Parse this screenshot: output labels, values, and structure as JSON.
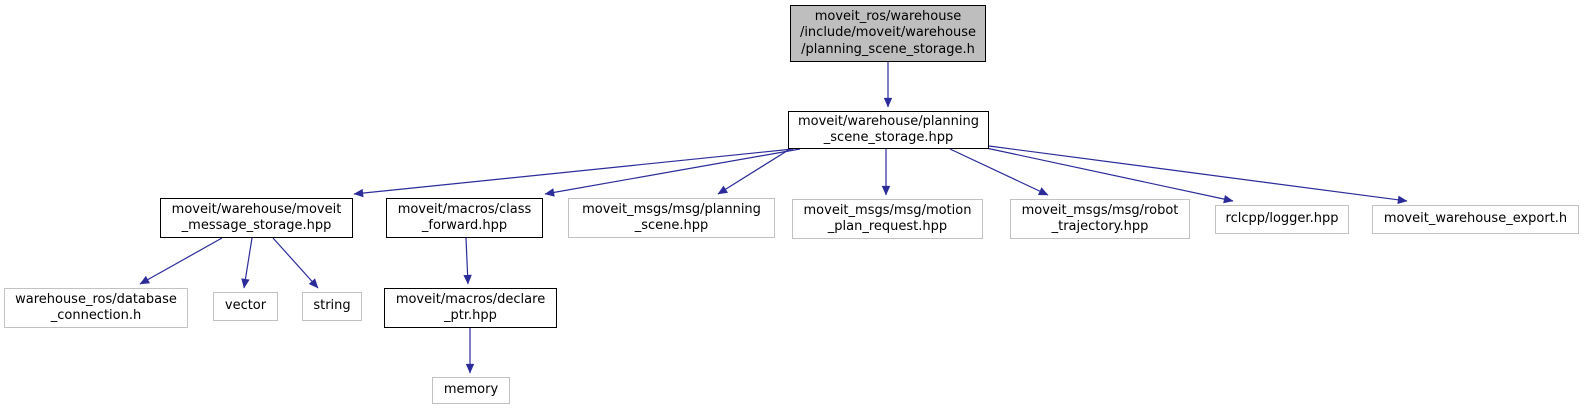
{
  "diagram": {
    "description": "Doxygen include dependency graph",
    "colors": {
      "edge": "#2b2b9a",
      "root_fill": "#bebebe",
      "node_fill": "#ffffff",
      "border_linked": "#000000",
      "border_plain": "#c2c2c2",
      "text": "#000000",
      "background": "#ffffff"
    },
    "nodes": [
      {
        "id": "root",
        "kind": "root",
        "label": "moveit_ros/warehouse\n/include/moveit/warehouse\n/planning_scene_storage.h"
      },
      {
        "id": "hub",
        "kind": "internal",
        "label": "moveit/warehouse/planning\n_scene_storage.hpp"
      },
      {
        "id": "msg_storage",
        "kind": "internal",
        "label": "moveit/warehouse/moveit\n_message_storage.hpp"
      },
      {
        "id": "class_forward",
        "kind": "internal",
        "label": "moveit/macros/class\n_forward.hpp"
      },
      {
        "id": "planning_scene",
        "kind": "leaf",
        "label": "moveit_msgs/msg/planning\n_scene.hpp"
      },
      {
        "id": "motion_plan",
        "kind": "leaf",
        "label": "moveit_msgs/msg/motion\n_plan_request.hpp"
      },
      {
        "id": "robot_traj",
        "kind": "leaf",
        "label": "moveit_msgs/msg/robot\n_trajectory.hpp"
      },
      {
        "id": "logger",
        "kind": "leaf",
        "label": "rclcpp/logger.hpp"
      },
      {
        "id": "export",
        "kind": "leaf",
        "label": "moveit_warehouse_export.h"
      },
      {
        "id": "db_connection",
        "kind": "leaf",
        "label": "warehouse_ros/database\n_connection.h"
      },
      {
        "id": "vector",
        "kind": "leaf",
        "label": "vector"
      },
      {
        "id": "string",
        "kind": "leaf",
        "label": "string"
      },
      {
        "id": "declare_ptr",
        "kind": "internal",
        "label": "moveit/macros/declare\n_ptr.hpp"
      },
      {
        "id": "memory",
        "kind": "leaf",
        "label": "memory"
      }
    ],
    "edges": [
      {
        "from": "root",
        "to": "hub"
      },
      {
        "from": "hub",
        "to": "msg_storage"
      },
      {
        "from": "hub",
        "to": "class_forward"
      },
      {
        "from": "hub",
        "to": "planning_scene"
      },
      {
        "from": "hub",
        "to": "motion_plan"
      },
      {
        "from": "hub",
        "to": "robot_traj"
      },
      {
        "from": "hub",
        "to": "logger"
      },
      {
        "from": "hub",
        "to": "export"
      },
      {
        "from": "msg_storage",
        "to": "db_connection"
      },
      {
        "from": "msg_storage",
        "to": "vector"
      },
      {
        "from": "msg_storage",
        "to": "string"
      },
      {
        "from": "class_forward",
        "to": "declare_ptr"
      },
      {
        "from": "declare_ptr",
        "to": "memory"
      }
    ]
  }
}
